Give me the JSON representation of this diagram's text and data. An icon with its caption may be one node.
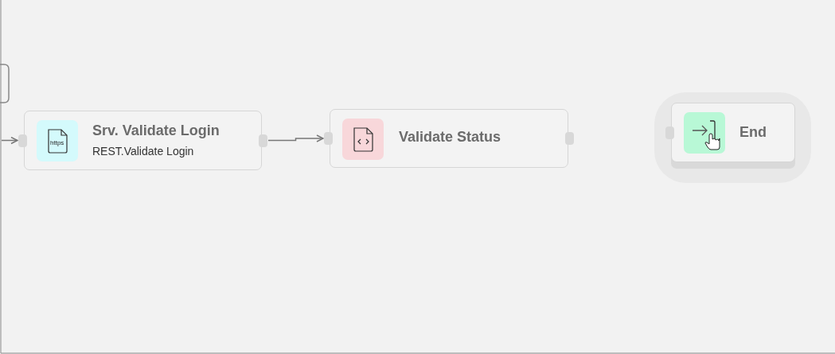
{
  "diagram": {
    "nodes": [
      {
        "text": [
          "Srv. Validate Login",
          "REST.Validate Login"
        ]
      },
      {
        "text": [
          "Validate Status"
        ]
      },
      {
        "text": [
          "End"
        ]
      }
    ],
    "edges": [
      {
        "from": null,
        "to": 0,
        "arrow": "to"
      },
      {
        "from": 0,
        "to": 1,
        "arrow": "to"
      }
    ],
    "labels": [
      "https"
    ]
  }
}
